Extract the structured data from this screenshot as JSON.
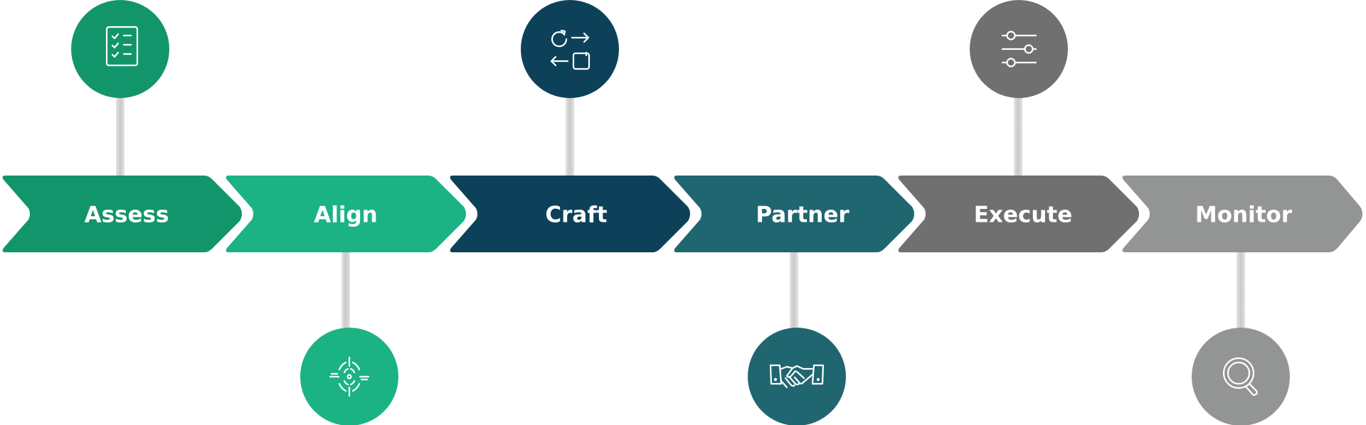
{
  "steps": [
    {
      "label": "Assess",
      "color": "#13956b",
      "icon": "checklist-icon"
    },
    {
      "label": "Align",
      "color": "#1bb384",
      "icon": "target-icon"
    },
    {
      "label": "Craft",
      "color": "#0d4159",
      "icon": "exchange-arrows-icon"
    },
    {
      "label": "Partner",
      "color": "#1f6671",
      "icon": "handshake-icon"
    },
    {
      "label": "Execute",
      "color": "#6f706f",
      "icon": "sliders-icon"
    },
    {
      "label": "Monitor",
      "color": "#939594",
      "icon": "magnifier-icon"
    }
  ],
  "connector_color": "#d4d4d4"
}
